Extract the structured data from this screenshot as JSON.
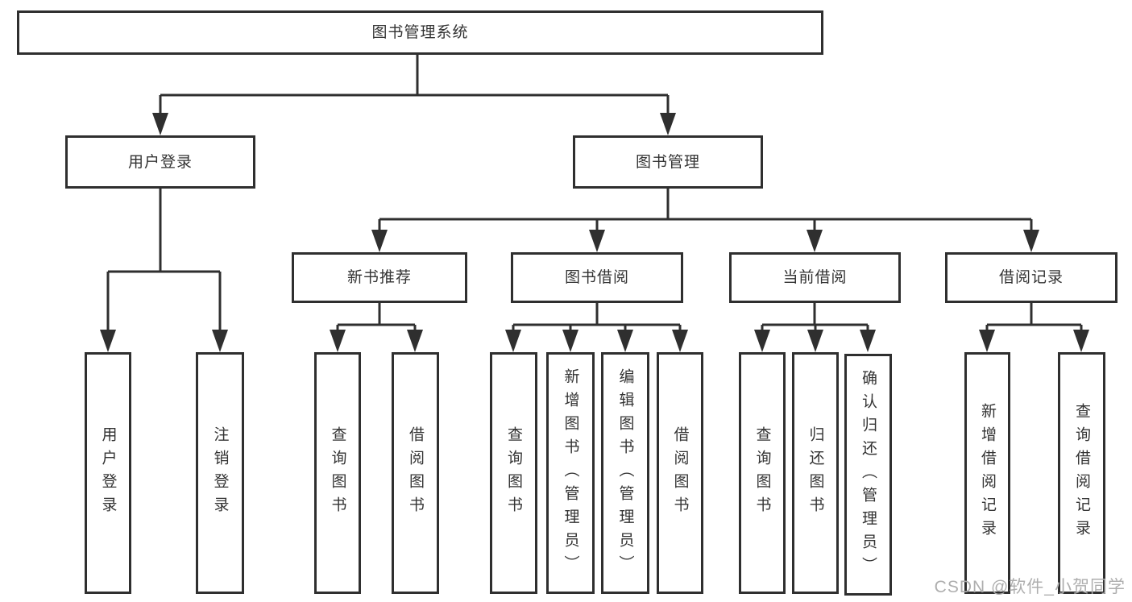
{
  "diagram_title": "图书管理系统",
  "nodes": {
    "root": {
      "label": "图书管理系统"
    },
    "userLogin": {
      "label": "用户登录"
    },
    "bookMgmt": {
      "label": "图书管理"
    },
    "login": {
      "label": "用户登录"
    },
    "logout": {
      "label": "注销登录"
    },
    "newRec": {
      "label": "新书推荐"
    },
    "bookBorrow": {
      "label": "图书借阅"
    },
    "currentBorrow": {
      "label": "当前借阅"
    },
    "borrowRecords": {
      "label": "借阅记录"
    },
    "recQueryBook": {
      "label": "查询图书"
    },
    "recBorrowBook": {
      "label": "借阅图书"
    },
    "bQueryBook": {
      "label": "查询图书"
    },
    "bAddBook": {
      "label": "新增图书（管理员）"
    },
    "bEditBook": {
      "label": "编辑图书（管理员）"
    },
    "bBorrowBook": {
      "label": "借阅图书"
    },
    "cQueryBook": {
      "label": "查询图书"
    },
    "cReturnBook": {
      "label": "归还图书"
    },
    "cConfirmReturn": {
      "label": "确认归还（管理员）"
    },
    "rAddRecord": {
      "label": "新增借阅记录"
    },
    "rQueryRecord": {
      "label": "查询借阅记录"
    }
  },
  "hierarchy": {
    "root": "图书管理系统",
    "children": [
      {
        "label": "用户登录",
        "children": [
          "用户登录",
          "注销登录"
        ]
      },
      {
        "label": "图书管理",
        "children": [
          {
            "label": "新书推荐",
            "children": [
              "查询图书",
              "借阅图书"
            ]
          },
          {
            "label": "图书借阅",
            "children": [
              "查询图书",
              "新增图书（管理员）",
              "编辑图书（管理员）",
              "借阅图书"
            ]
          },
          {
            "label": "当前借阅",
            "children": [
              "查询图书",
              "归还图书",
              "确认归还（管理员）"
            ]
          },
          {
            "label": "借阅记录",
            "children": [
              "新增借阅记录",
              "查询借阅记录"
            ]
          }
        ]
      }
    ]
  },
  "watermark": {
    "text": "CSDN @软件_小贺同学"
  },
  "colors": {
    "line": "#2f2f2f",
    "text": "#333333",
    "watermark": "#aeaeae",
    "background": "#ffffff"
  }
}
